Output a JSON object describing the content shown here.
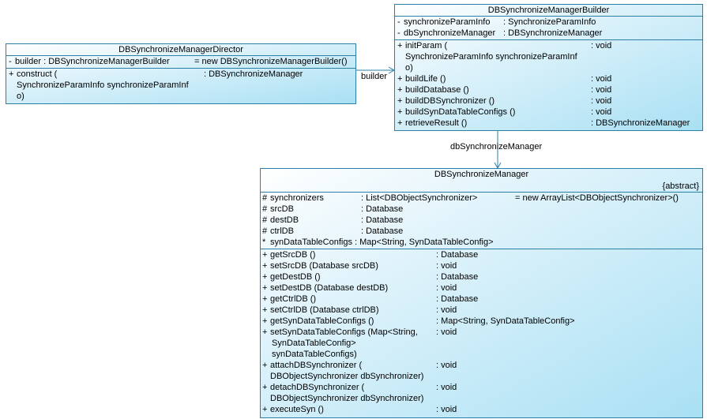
{
  "director": {
    "name": "DBSynchronizeManagerDirector",
    "attr": {
      "vis": "-",
      "name": "builder : DBSynchronizeManagerBuilder",
      "init": "= new DBSynchronizeManagerBuilder()"
    },
    "op": {
      "vis": "+",
      "name": "construct (",
      "type": ": DBSynchronizeManager",
      "cont1": "SynchronizeParamInfo synchronizeParamInf",
      "cont2": "o)"
    }
  },
  "builder": {
    "name": "DBSynchronizeManagerBuilder",
    "attrs": [
      {
        "vis": "-",
        "name": "synchronizeParamInfo",
        "type": ": SynchronizeParamInfo"
      },
      {
        "vis": "-",
        "name": "dbSynchronizeManager",
        "type": ": DBSynchronizeManager"
      }
    ],
    "init_param": {
      "vis": "+",
      "name": "initParam (",
      "type": ": void",
      "cont1": "SynchronizeParamInfo synchronizeParamInf",
      "cont2": "o)"
    },
    "ops": [
      {
        "vis": "+",
        "name": "buildLife ()",
        "type": ": void"
      },
      {
        "vis": "+",
        "name": "buildDatabase ()",
        "type": ": void"
      },
      {
        "vis": "+",
        "name": "buildDBSynchronizer ()",
        "type": ": void"
      },
      {
        "vis": "+",
        "name": "buildSynDataTableConfigs ()",
        "type": ": void"
      },
      {
        "vis": "+",
        "name": "retrieveResult ()",
        "type": ": DBSynchronizeManager"
      }
    ]
  },
  "manager": {
    "name": "DBSynchronizeManager",
    "stereotype": "{abstract}",
    "attrs": [
      {
        "vis": "#",
        "name": "synchronizers",
        "type": ": List<DBObjectSynchronizer>",
        "init": "= new ArrayList<DBObjectSynchronizer>()"
      },
      {
        "vis": "#",
        "name": "srcDB",
        "type": ": Database"
      },
      {
        "vis": "#",
        "name": "destDB",
        "type": ": Database"
      },
      {
        "vis": "#",
        "name": "ctrlDB",
        "type": ": Database"
      },
      {
        "vis": "*",
        "name": "synDataTableConfigs : Map<String, SynDataTableConfig>"
      }
    ],
    "ops": [
      {
        "vis": "+",
        "name": "getSrcDB ()",
        "type": ": Database"
      },
      {
        "vis": "+",
        "name": "setSrcDB (Database srcDB)",
        "type": ": void"
      },
      {
        "vis": "+",
        "name": "getDestDB ()",
        "type": ": Database"
      },
      {
        "vis": "+",
        "name": "setDestDB (Database destDB)",
        "type": ": void"
      },
      {
        "vis": "+",
        "name": "getCtrlDB ()",
        "type": ": Database"
      },
      {
        "vis": "+",
        "name": "setCtrlDB (Database ctrlDB)",
        "type": ": void"
      },
      {
        "vis": "+",
        "name": "getSynDataTableConfigs ()",
        "type": ": Map<String, SynDataTableConfig>"
      }
    ],
    "set_configs": {
      "vis": "+",
      "name": "setSynDataTableConfigs (Map<String,",
      "type": ": void",
      "cont1": "SynDataTableConfig>",
      "cont2": "synDataTableConfigs)"
    },
    "attach": {
      "vis": "+",
      "name": "attachDBSynchronizer (",
      "type": ": void",
      "cont1": "DBObjectSynchronizer dbSynchronizer)"
    },
    "detach": {
      "vis": "+",
      "name": "detachDBSynchronizer (",
      "type": ": void",
      "cont1": "DBObjectSynchronizer dbSynchronizer)"
    },
    "execute": {
      "vis": "+",
      "name": "executeSyn ()",
      "type": ": void"
    }
  },
  "associations": {
    "builder_role": "builder",
    "manager_role": "dbSynchronizeManager"
  },
  "colors": {
    "border": "#2d7fa8",
    "fill_light": "#dff3fb",
    "fill_dark": "#a9e0f4"
  }
}
